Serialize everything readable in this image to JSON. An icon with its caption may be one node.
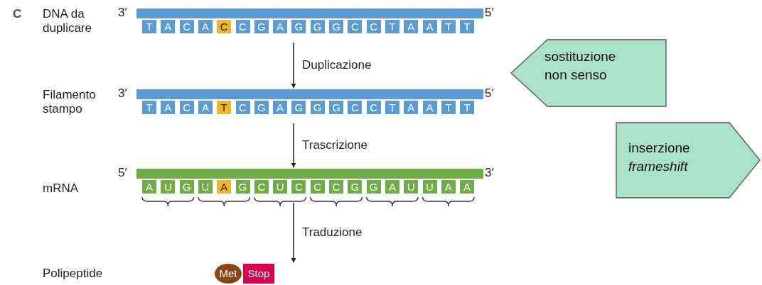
{
  "diagram": {
    "nodes": [
      {
        "text": [
          "T",
          "A",
          "C",
          "A",
          "C",
          "C",
          "G",
          "A",
          "G",
          "G",
          "G",
          "C",
          "C",
          "T",
          "A",
          "A",
          "T",
          "T"
        ],
        "beside": [
          "DNA da duplicare",
          "3′",
          "5′"
        ]
      },
      {
        "text": [
          "T",
          "A",
          "C",
          "A",
          "T",
          "C",
          "G",
          "A",
          "G",
          "G",
          "G",
          "C",
          "C",
          "T",
          "A",
          "A",
          "T",
          "T"
        ],
        "beside": [
          "Filamento stampo",
          "3′",
          "5′"
        ]
      },
      {
        "text": [
          "A",
          "U",
          "G",
          "U",
          "A",
          "G",
          "C",
          "U",
          "C",
          "C",
          "C",
          "G",
          "G",
          "A",
          "U",
          "U",
          "A",
          "A"
        ],
        "beside": [
          "mRNA",
          "5′",
          "3′"
        ]
      },
      {
        "text": [
          "Met",
          "Stop"
        ]
      },
      {
        "text": [
          "sostituzione non senso"
        ]
      },
      {
        "text": [
          "inserzione *frameshift*"
        ]
      }
    ],
    "edges": [
      {
        "from": 0,
        "to": 1,
        "arrow": "to",
        "label": "Duplicazione"
      },
      {
        "from": 1,
        "to": 2,
        "arrow": "to",
        "label": "Trascrizione"
      },
      {
        "from": 2,
        "to": 3,
        "arrow": "to",
        "label": "Traduzione"
      }
    ],
    "labels": [
      "C",
      "Polipeptide"
    ]
  }
}
